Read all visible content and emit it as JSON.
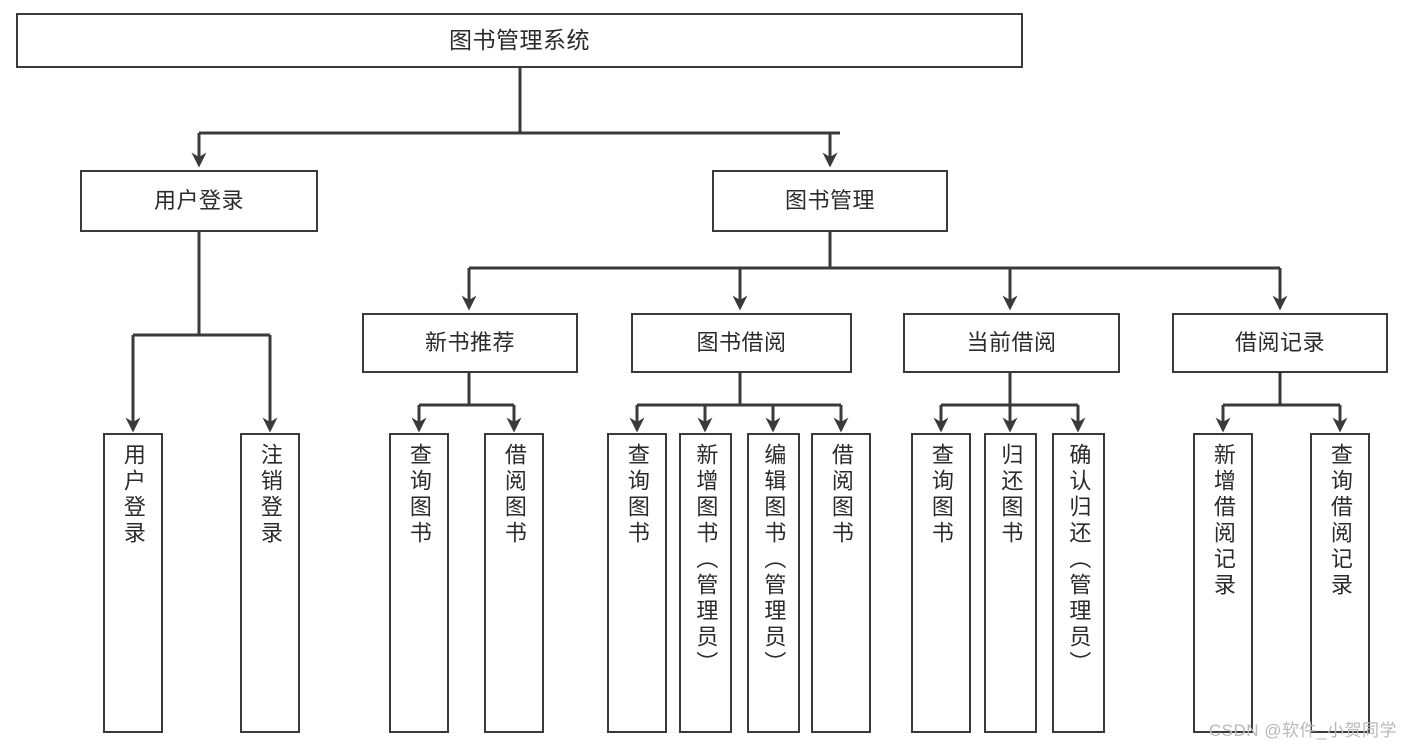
{
  "diagram": {
    "title": "图书管理系统",
    "watermark": "CSDN @软件_小贺同学",
    "line_color": "#3a3a3a",
    "box_fill": "#ffffff",
    "text_color": "#2b2b2b",
    "levels": {
      "root": [
        "图书管理系统"
      ],
      "level2": [
        "用户登录",
        "图书管理"
      ],
      "level3": [
        "新书推荐",
        "图书借阅",
        "当前借阅",
        "借阅记录"
      ],
      "leaves": [
        "用户登录",
        "注销登录",
        "查询图书",
        "借阅图书",
        "查询图书",
        "新增图书（管理员）",
        "编辑图书（管理员）",
        "借阅图书",
        "查询图书",
        "归还图书",
        "确认归还（管理员）",
        "新增借阅记录",
        "查询借阅记录"
      ]
    },
    "nodes": {
      "root": {
        "label": "图书管理系统"
      },
      "user_login": {
        "label": "用户登录"
      },
      "book_manage": {
        "label": "图书管理"
      },
      "new_book_rec": {
        "label": "新书推荐"
      },
      "book_borrow": {
        "label": "图书借阅"
      },
      "current_borrow": {
        "label": "当前借阅"
      },
      "borrow_record": {
        "label": "借阅记录"
      },
      "leaf_user_login": {
        "label": "用户登录"
      },
      "leaf_logout": {
        "label": "注销登录"
      },
      "leaf_query_book_1": {
        "label": "查询图书"
      },
      "leaf_borrow_book_1": {
        "label": "借阅图书"
      },
      "leaf_query_book_2": {
        "label": "查询图书"
      },
      "leaf_add_book": {
        "label": "新增图书（管理员）"
      },
      "leaf_edit_book": {
        "label": "编辑图书（管理员）"
      },
      "leaf_borrow_book_2": {
        "label": "借阅图书"
      },
      "leaf_query_book_3": {
        "label": "查询图书"
      },
      "leaf_return_book": {
        "label": "归还图书"
      },
      "leaf_confirm_return": {
        "label": "确认归还（管理员）"
      },
      "leaf_add_record": {
        "label": "新增借阅记录"
      },
      "leaf_query_record": {
        "label": "查询借阅记录"
      }
    }
  }
}
